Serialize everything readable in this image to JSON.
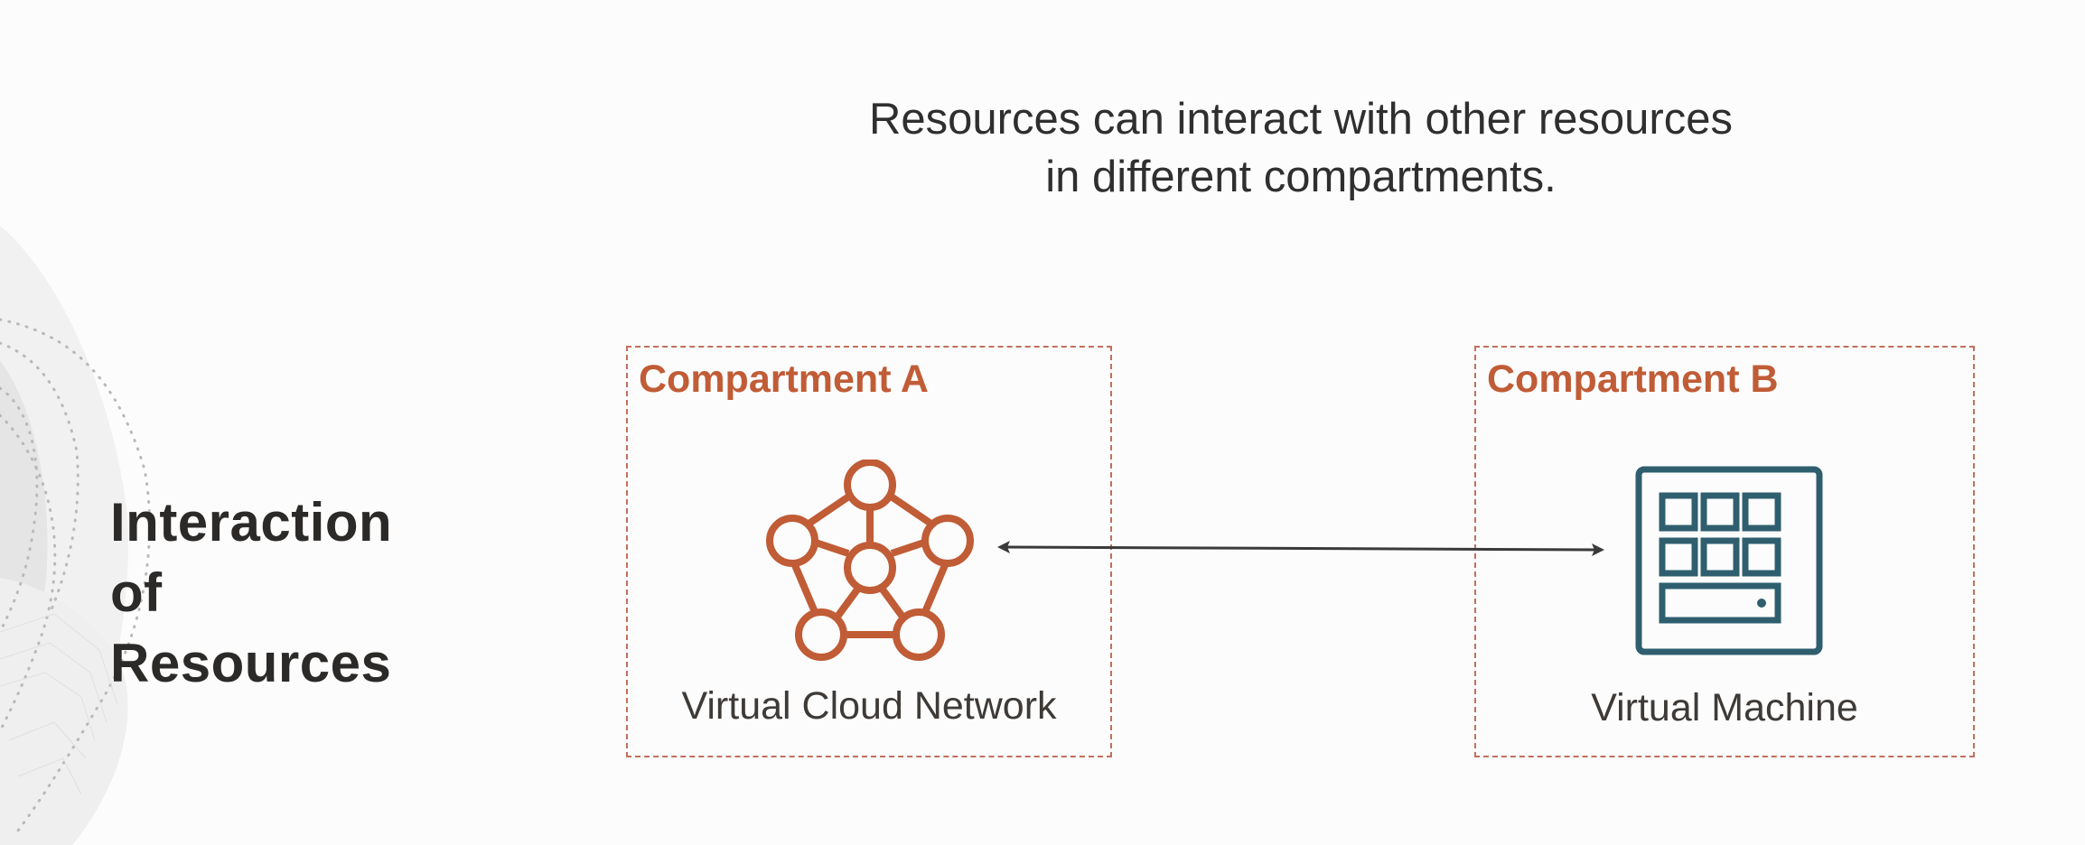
{
  "slide": {
    "title_lines": [
      "Interaction",
      "of",
      "Resources"
    ],
    "subtitle_lines": [
      "Resources can interact with other resources",
      "in different compartments."
    ]
  },
  "compartments": [
    {
      "label": "Compartment A",
      "resource": {
        "name": "Virtual Cloud Network",
        "icon": "network-icon"
      }
    },
    {
      "label": "Compartment B",
      "resource": {
        "name": "Virtual Machine",
        "icon": "virtual-machine-icon"
      }
    }
  ],
  "connection": {
    "type": "bidirectional-arrow",
    "from": "Virtual Cloud Network",
    "to": "Virtual Machine"
  },
  "colors": {
    "accent_orange": "#c05c36",
    "dashed_border": "#c0705a",
    "vm_teal": "#2f5f6f",
    "title_text": "#2b2a28",
    "body_text": "#3e3a37",
    "arrow": "#3a3a3a",
    "background": "#fcfcfc"
  }
}
